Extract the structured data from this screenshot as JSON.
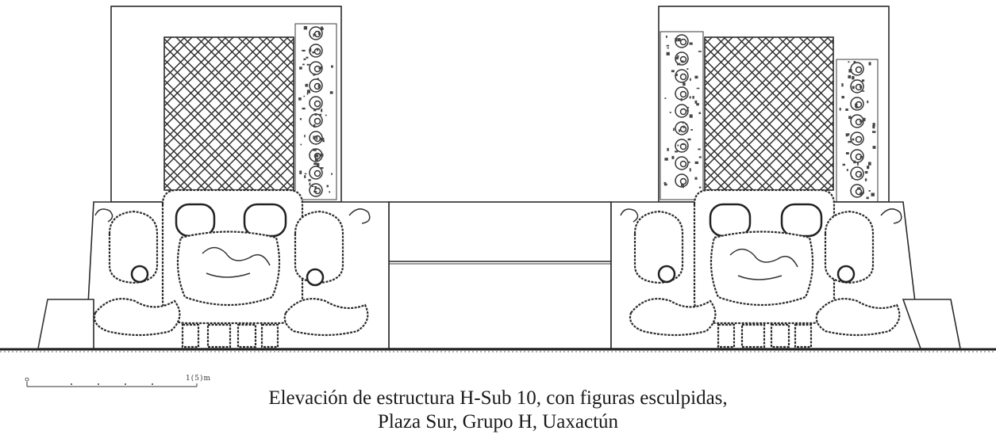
{
  "caption": {
    "line1": "Elevación de estructura H-Sub 10, con figuras esculpidas,",
    "line2": "Plaza Sur, Grupo H, Uaxactún"
  },
  "scale": {
    "label": "1(5)m"
  }
}
